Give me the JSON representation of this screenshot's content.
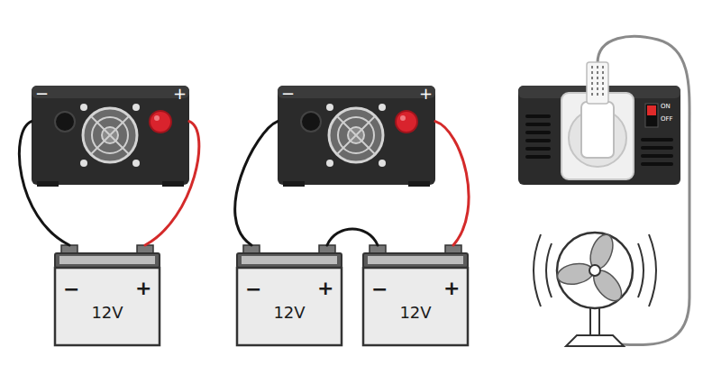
{
  "diagram": {
    "nodes": [
      {
        "text": [
          "−",
          "+"
        ]
      },
      {
        "text": [
          "−",
          "+",
          "12V"
        ]
      },
      {
        "text": [
          "−",
          "+"
        ]
      },
      {
        "text": [
          "−",
          "+",
          "12V"
        ]
      },
      {
        "text": [
          "−",
          "+",
          "12V"
        ]
      },
      {
        "text": [
          "ON",
          "OFF"
        ]
      }
    ],
    "edges": [
      {
        "from": 0,
        "to": 1,
        "arrow": "none"
      },
      {
        "from": 0,
        "to": 1,
        "arrow": "none"
      },
      {
        "from": 2,
        "to": 3,
        "arrow": "none"
      },
      {
        "from": 3,
        "to": 4,
        "arrow": "none"
      },
      {
        "from": 2,
        "to": 4,
        "arrow": "none"
      }
    ]
  }
}
